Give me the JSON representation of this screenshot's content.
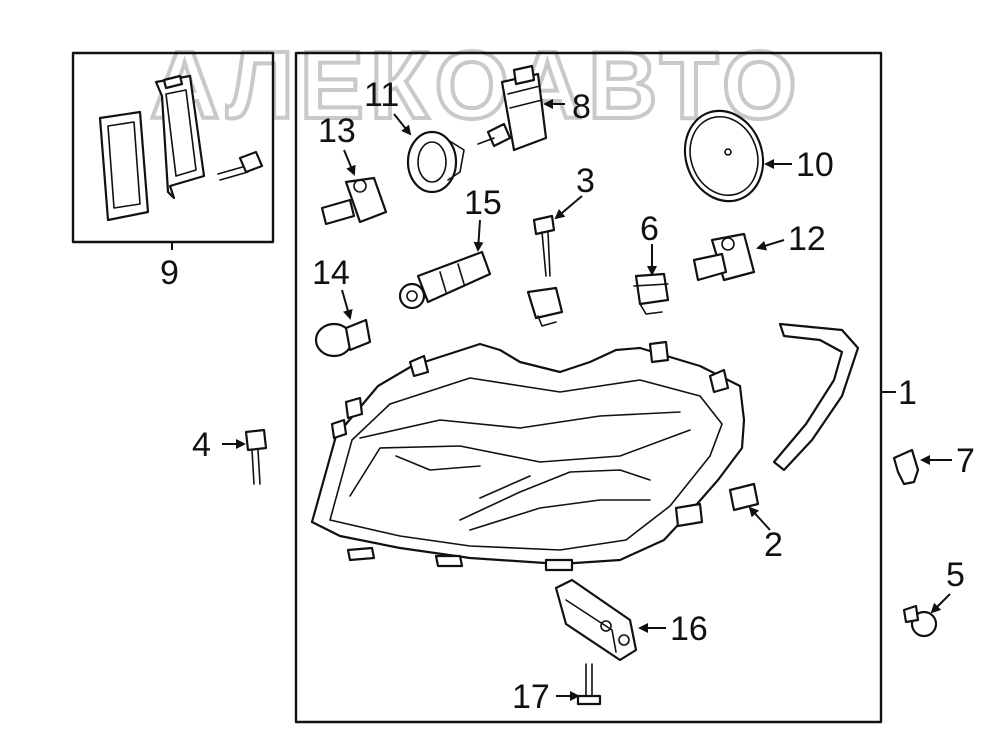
{
  "watermark": {
    "text": "АЛЕКОАВТО"
  },
  "callouts": {
    "c1": "1",
    "c2": "2",
    "c3": "3",
    "c4": "4",
    "c5": "5",
    "c6": "6",
    "c7": "7",
    "c8": "8",
    "c9": "9",
    "c10": "10",
    "c11": "11",
    "c12": "12",
    "c13": "13",
    "c14": "14",
    "c15": "15",
    "c16": "16",
    "c17": "17"
  }
}
